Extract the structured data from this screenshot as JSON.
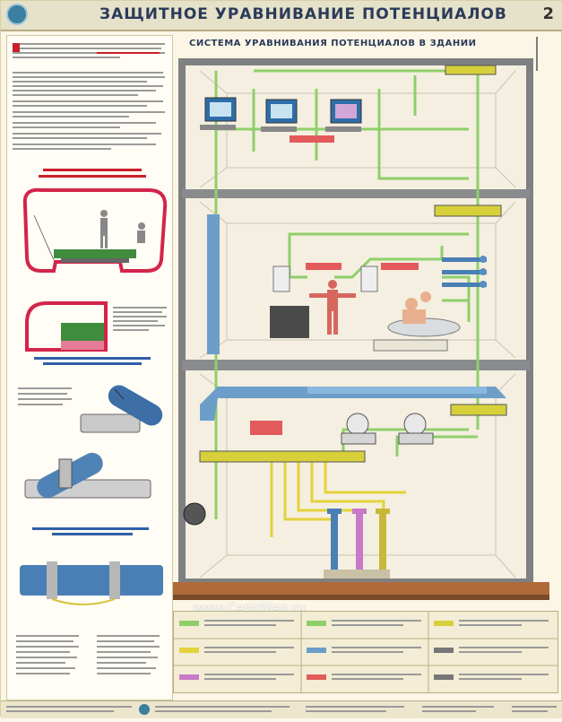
{
  "header": {
    "title": "ЗАЩИТНОЕ УРАВНИВАНИЕ ПОТЕНЦИАЛОВ",
    "page_number": "2"
  },
  "building": {
    "title": "СИСТЕМА УРАВНИВАНИЯ ПОТЕНЦИАЛОВ В ЗДАНИИ"
  },
  "watermark": "www.CentrMag.ru",
  "colors": {
    "pipe_green": "#8fcf6a",
    "pipe_yellow": "#e4d23a",
    "duct_blue": "#6c9ec9",
    "wall_gray": "#7f8082",
    "ground_brown": "#b06a3a",
    "accent_red": "#c8202a"
  }
}
